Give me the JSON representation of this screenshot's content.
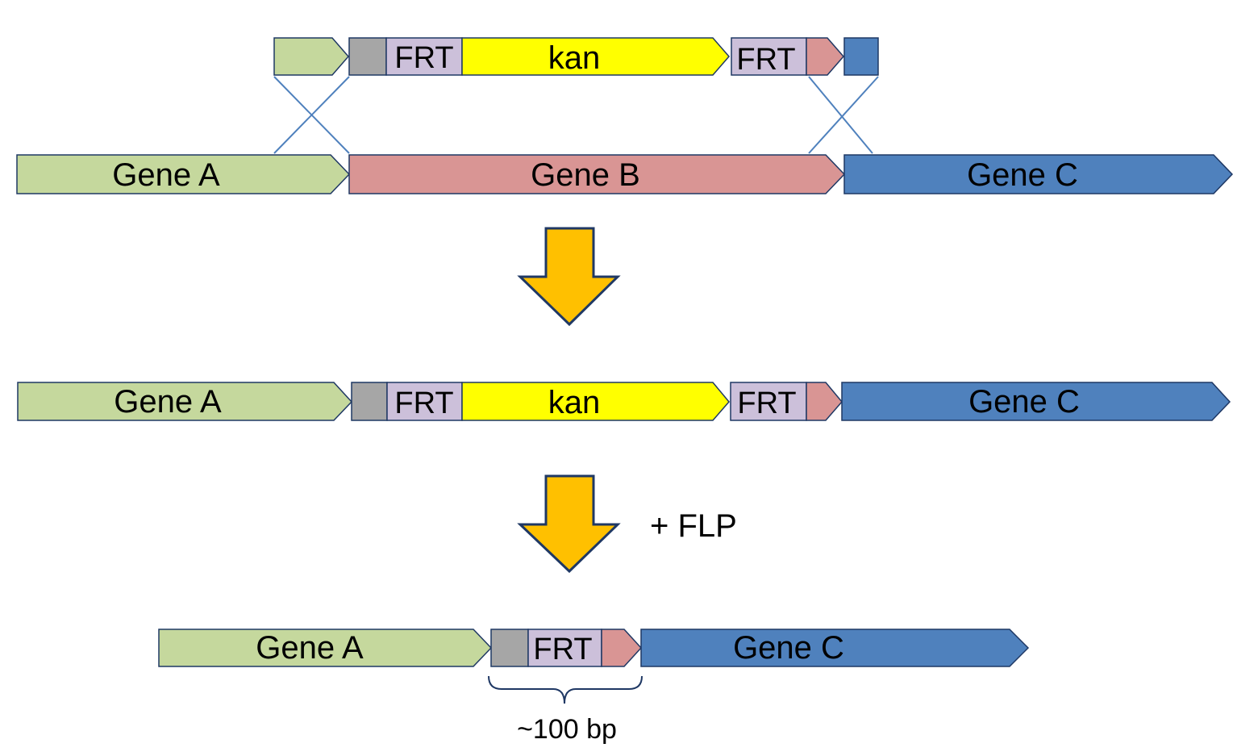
{
  "labels": {
    "gene_a": "Gene A",
    "gene_b": "Gene B",
    "gene_c": "Gene C",
    "frt": "FRT",
    "kan": "kan",
    "flp": "+ FLP",
    "size": "~100 bp"
  },
  "colors": {
    "gene_a": "#c5d89d",
    "gene_b": "#d99594",
    "gene_c": "#4f81bd",
    "frt": "#ccc0da",
    "kan": "#ffff00",
    "scar": "#a6a6a6",
    "outline": "#1f3864",
    "arrow": "#ffc000",
    "crossover": "#4f81bd"
  }
}
